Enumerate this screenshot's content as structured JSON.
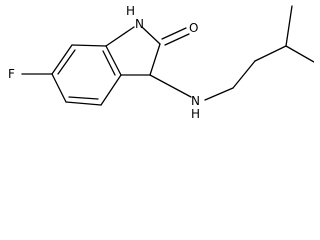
{
  "molecule": {
    "atoms": {
      "fluorine": "F",
      "ring_nitrogen": "N",
      "ring_nitrogen_hydrogen": "H",
      "carbonyl_oxygen": "O",
      "amine_nitrogen": "N",
      "amine_nitrogen_hydrogen": "H"
    }
  },
  "colors": {
    "bond": "#000000",
    "label": "#000000",
    "background": "#ffffff"
  }
}
